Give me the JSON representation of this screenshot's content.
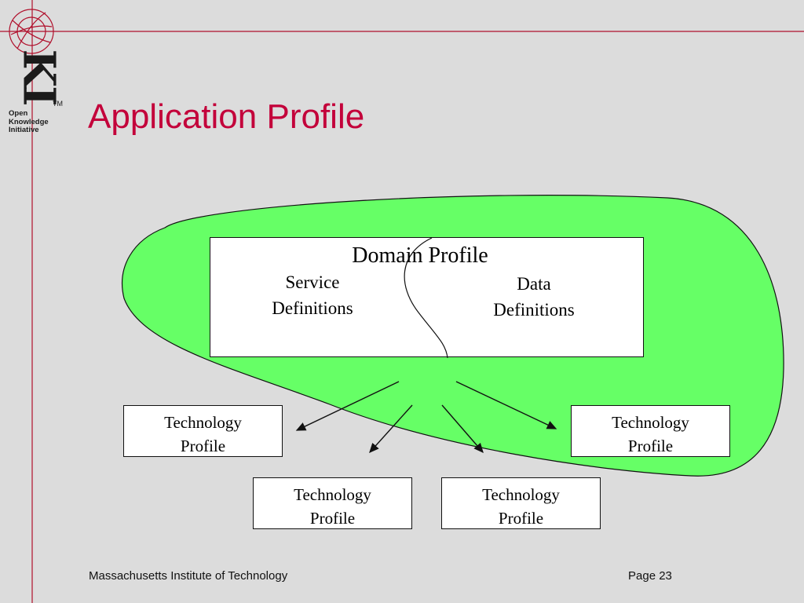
{
  "slide": {
    "title": "Application Profile",
    "logo": {
      "mark": "KI",
      "trademark": "TM",
      "name_lines": [
        "Open",
        "Knowledge",
        "Initiative"
      ]
    },
    "domain_profile": {
      "title": "Domain Profile",
      "service_definitions": [
        "Service",
        "Definitions"
      ],
      "data_definitions": [
        "Data",
        "Definitions"
      ]
    },
    "technology_profiles": [
      {
        "line1": "Technology",
        "line2": "Profile"
      },
      {
        "line1": "Technology",
        "line2": "Profile"
      },
      {
        "line1": "Technology",
        "line2": "Profile"
      },
      {
        "line1": "Technology",
        "line2": "Profile"
      }
    ],
    "footer": {
      "institution": "Massachusetts Institute of Technology",
      "page": "Page 23"
    }
  },
  "colors": {
    "background": "#dcdcdc",
    "title": "#c3003a",
    "guide_lines": "#b0102c",
    "blob_fill": "#66ff66",
    "box_fill": "#ffffff"
  }
}
